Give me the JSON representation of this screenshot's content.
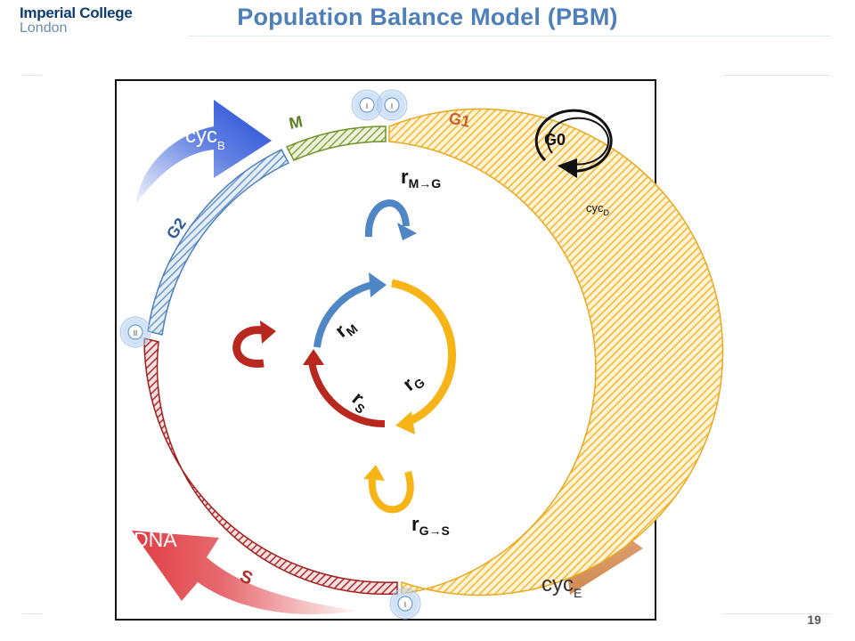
{
  "header": {
    "logo_line1": "Imperial College",
    "logo_line2": "London",
    "title": "Population Balance Model (PBM)"
  },
  "footer": {
    "page_number": "19"
  },
  "diagram": {
    "phases": {
      "g1": "G1",
      "m": "M",
      "g2": "G2",
      "s": "S",
      "g0": "G0"
    },
    "cyclins": {
      "cycB": {
        "base": "cyc",
        "sub": "B"
      },
      "cycD": {
        "base": "cyc",
        "sub": "D"
      },
      "cycE": {
        "base": "cyc",
        "sub": "E"
      },
      "dna": "DNA"
    },
    "checkpoints": {
      "top_left": "I",
      "top_right": "I",
      "left": "II",
      "bottom": "I"
    },
    "rates": {
      "r_m_to_g": {
        "base": "r",
        "sub": "M→G"
      },
      "r_g_to_s": {
        "base": "r",
        "sub": "G→S"
      },
      "r_m": {
        "base": "r",
        "sub": "M"
      },
      "r_g": {
        "base": "r",
        "sub": "G"
      },
      "r_s": {
        "base": "r",
        "sub": "S"
      }
    },
    "colors": {
      "g1": "#f5b82e",
      "m": "#8aab3c",
      "g2": "#6c9ad0",
      "s": "#b52a2a",
      "cycB": "#2f58d8",
      "cycD": "#3c8fb0",
      "cycE": "#d8925a",
      "dna": "#e0444a",
      "loop_blue": "#4f86c6",
      "loop_red": "#b8281e",
      "loop_yellow": "#f6b417"
    }
  }
}
